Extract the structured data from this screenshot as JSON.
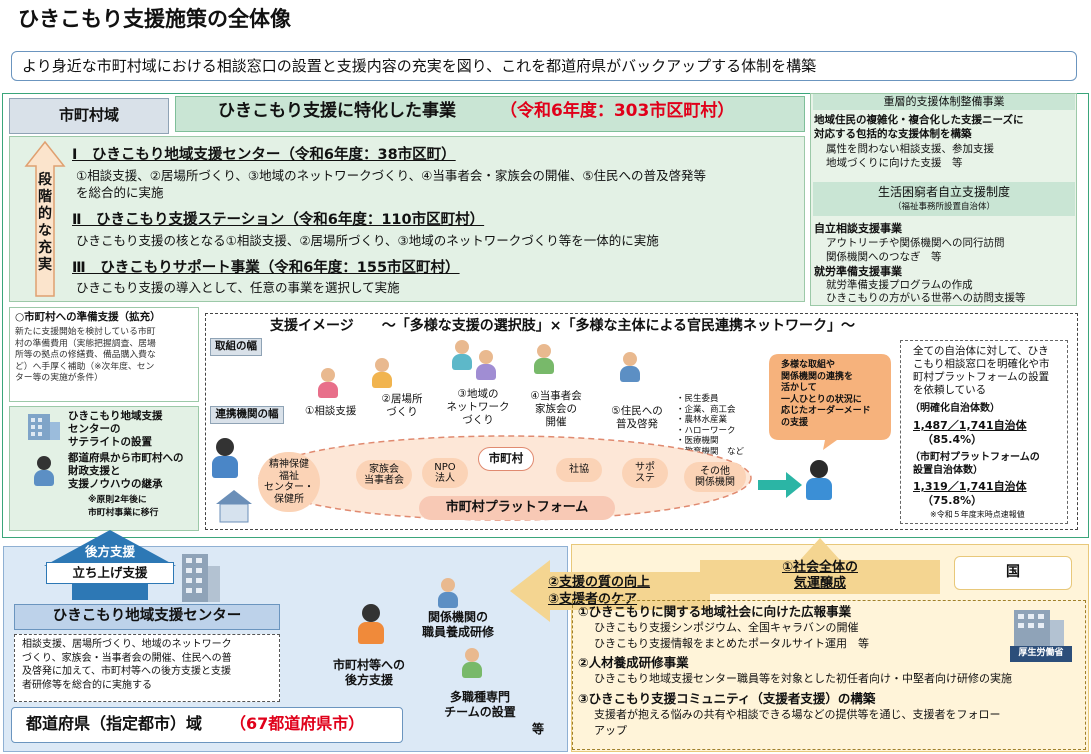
{
  "page": {
    "title": "ひきこもり支援施策の全体像",
    "subtitle": "より身近な市町村域における相談窓口の設置と支援内容の充実を図り、これを都道府県がバックアップする体制を構築"
  },
  "municipal": {
    "label": "市町村域",
    "header_main": "ひきこもり支援に特化した事業",
    "header_count": "（令和6年度：303市区町村）",
    "vertical_label": [
      "段",
      "階",
      "的",
      "な",
      "充",
      "実"
    ],
    "items": [
      {
        "title": "Ⅰ　ひきこもり地域支援センター（令和6年度：38市区町）",
        "desc1": "①相談支援、②居場所づくり、③地域のネットワークづくり、④当事者会・家族会の開催、⑤住民への普及啓発等",
        "desc2": "を総合的に実施"
      },
      {
        "title": "Ⅱ　ひきこもり支援ステーション（令和6年度：110市区町村）",
        "desc1": "ひきこもり支援の核となる①相談支援、②居場所づくり、③地域のネットワークづくり等を一体的に実施",
        "desc2": ""
      },
      {
        "title": "Ⅲ　ひきこもりサポート事業（令和6年度：155市区町村）",
        "desc1": "ひきこもり支援の導入として、任意の事業を選択して実施",
        "desc2": ""
      }
    ],
    "prep_support": {
      "title": "○市町村への準備支援（拡充）",
      "lines": [
        "新たに支援開始を検討している市町",
        "村の準備費用（実態把握調査、居場",
        "所等の拠点の修繕費、備品購入費な",
        "ど）へ手厚く補助（※次年度、セン",
        "ター等の実施が条件）"
      ]
    },
    "satellite": {
      "lines": [
        "ひきこもり地域支援",
        "センターの",
        "サテライトの設置"
      ],
      "lines2": [
        "都道府県から市町村への",
        "財政支援と",
        "支援ノウハウの継承"
      ],
      "note1": "※原則2年後に",
      "note2": "市町村事業に移行"
    }
  },
  "right_panel": {
    "jusou_title": "重層的支援体制整備事業",
    "jusou_lines": [
      "地域住民の複雑化・複合化した支援ニーズに",
      "対応する包括的な支援体制を構築"
    ],
    "jusou_sub": [
      "属性を問わない相談支援、参加支援",
      "地域づくりに向けた支援　等"
    ],
    "seikatsu_title": "生活困窮者自立支援制度",
    "seikatsu_sub": "（福祉事務所設置自治体）",
    "jiritsu_title": "自立相談支援事業",
    "jiritsu_lines": [
      "アウトリーチや関係機関への同行訪問",
      "関係機関へのつなぎ　等"
    ],
    "shuro_title": "就労準備支援事業",
    "shuro_lines": [
      "就労準備支援プログラムの作成",
      "ひきこもりの方がいる世帯への訪問支援等"
    ]
  },
  "image": {
    "title": "支援イメージ　　～「多様な支援の選択肢」×「多様な主体による官民連携ネットワーク」～",
    "torikumi": "取組の幅",
    "renkei": "連携機関の幅",
    "steps": [
      {
        "lines": [
          "①相談支援"
        ]
      },
      {
        "lines": [
          "②居場所",
          "づくり"
        ]
      },
      {
        "lines": [
          "③地域の",
          "ネットワーク",
          "づくり"
        ]
      },
      {
        "lines": [
          "④当事者会",
          "家族会の",
          "開催"
        ]
      },
      {
        "lines": [
          "⑤住民への",
          "普及啓発"
        ]
      }
    ],
    "others": [
      "・民生委員",
      "・企業、商工会",
      "・農林水産業",
      "・ハローワーク",
      "・医療機関",
      "・教育機関　など"
    ],
    "bubble": [
      "多様な取組や",
      "関係機関の連携を",
      "活かして",
      "一人ひとりの状況に",
      "応じたオーダーメード",
      "の支援"
    ],
    "orgs": [
      {
        "lines": [
          "精神保健",
          "福祉",
          "センター・",
          "保健所"
        ]
      },
      {
        "lines": [
          "家族会",
          "当事者会"
        ]
      },
      {
        "lines": [
          "NPO",
          "法人"
        ]
      },
      {
        "lines": [
          "市町村"
        ]
      },
      {
        "lines": [
          "社協"
        ]
      },
      {
        "lines": [
          "サポ",
          "ステ"
        ]
      },
      {
        "lines": [
          "その他",
          "関係機関"
        ]
      }
    ],
    "platform": "市町村プラットフォーム",
    "stats": {
      "intro": [
        "全ての自治体に対して、ひき",
        "こもり相談窓口を明確化や市",
        "町村プラットフォームの設置",
        "を依頼している"
      ],
      "h1": "（明確化自治体数）",
      "v1": "1,487／1,741自治体",
      "p1": "（85.4%）",
      "h2a": "（市町村プラットフォームの",
      "h2b": "設置自治体数）",
      "v2": "1,319／1,741自治体",
      "p2": "（75.8%）",
      "note": "※令和５年度末時点速報値"
    }
  },
  "prefecture": {
    "backup": "後方支援",
    "launch": "立ち上げ支援",
    "center": "ひきこもり地域支援センター",
    "center_lines": [
      "相談支援、居場所づくり、地域のネットワーク",
      "づくり、家族会・当事者会の開催、住民への普",
      "及啓発に加えて、市町村等への後方支援と支援",
      "者研修等を総合的に実施する"
    ],
    "area": "都道府県（指定都市）域",
    "area_count": "（67都道府県市）",
    "shichoson_backup": [
      "市町村等への",
      "後方支援"
    ],
    "kankei": [
      "関係機関の",
      "職員養成研修"
    ],
    "tashu": [
      "多職種専門",
      "チームの設置"
    ],
    "etc": "等"
  },
  "national": {
    "arrow1": [
      "①社会全体の",
      "気運醸成"
    ],
    "arrow2": [
      "②支援の質の向上",
      "③支援者のケア"
    ],
    "kuni": "国",
    "mhlw": "厚生労働省",
    "items": [
      {
        "title": "①ひきこもりに関する地域社会に向けた広報事業",
        "lines": [
          "ひきこもり支援シンポジウム、全国キャラバンの開催",
          "ひきこもり支援情報をまとめたポータルサイト運用　等"
        ]
      },
      {
        "title": "②人材養成研修事業",
        "lines": [
          "ひきこもり地域支援センター職員等を対象とした初任者向け・中堅者向け研修の実施"
        ]
      },
      {
        "title": "③ひきこもり支援コミュニティ（支援者支援）の構築",
        "lines": [
          "支援者が抱える悩みの共有や相談できる場などの提供等を通じ、支援者をフォロー",
          "アップ"
        ]
      }
    ]
  }
}
